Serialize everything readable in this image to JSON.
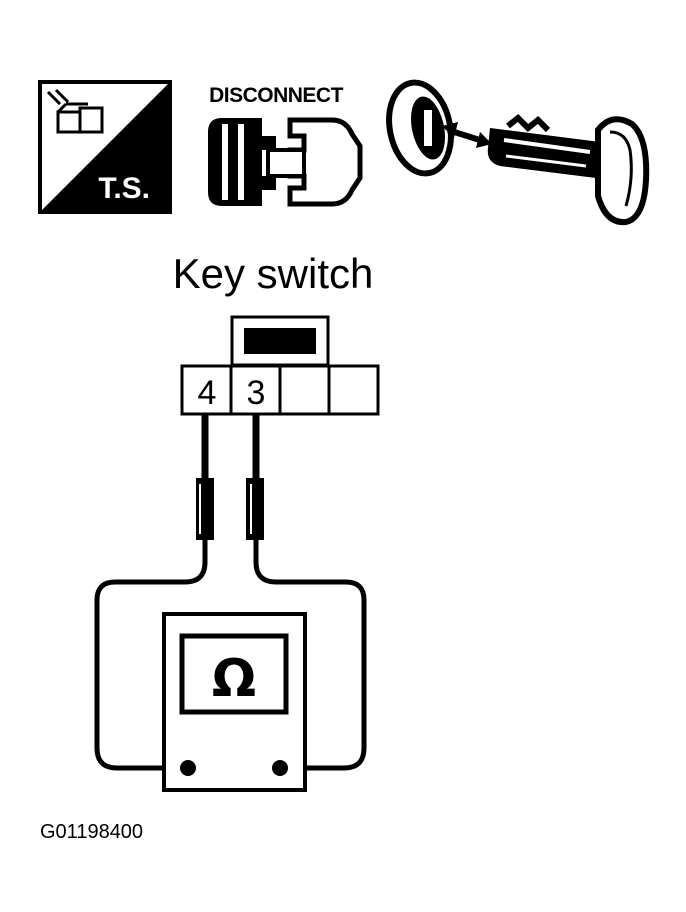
{
  "icons": {
    "troubleshooting": {
      "icon": "troubleshooting-icon",
      "label": "T.S."
    },
    "disconnect": {
      "icon": "connector-disconnect-icon",
      "label": "DISCONNECT"
    },
    "key": {
      "icon": "ignition-key-icon"
    }
  },
  "diagram": {
    "title": "Key switch",
    "connector_pins": [
      "4",
      "3",
      "",
      ""
    ],
    "meter_symbol": "Ω",
    "meter_icon": "ohmmeter-icon"
  },
  "figure_code": "G01198400",
  "colors": {
    "ink": "#000000",
    "paper": "#ffffff"
  }
}
